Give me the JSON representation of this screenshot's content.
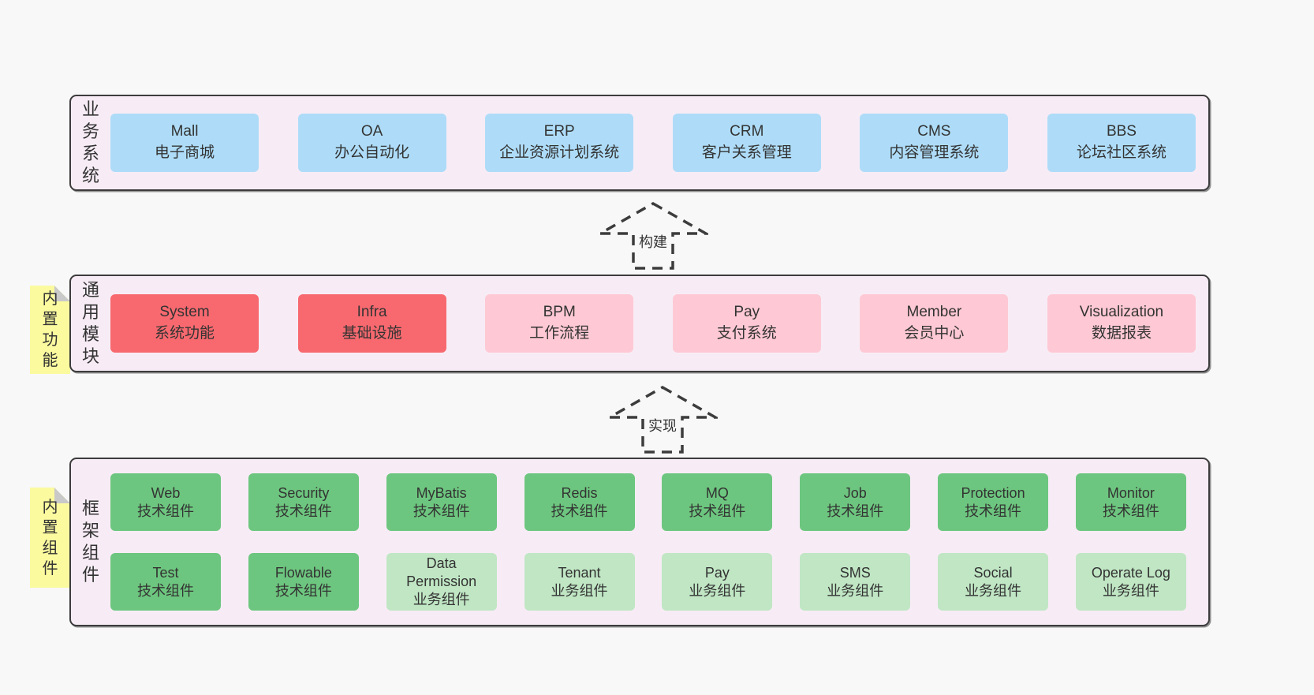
{
  "colors": {
    "pagebg": "#f8f8f8",
    "panelbg": "#f7ecf5",
    "line": "#3c3c3c",
    "text": "#333333",
    "blue": "#aedcf8",
    "red": "#f7696f",
    "pink": "#fec9d4",
    "green": "#6dc67f",
    "lightgreen": "#c0e6c4",
    "yellow": "#fbfa9f",
    "fold": "#c9c9c9"
  },
  "arrows": [
    {
      "label": "构建"
    },
    {
      "label": "实现"
    }
  ],
  "sections": {
    "business": {
      "label": "业务系统",
      "boxes": [
        {
          "en": "Mall",
          "zh": "电子商城"
        },
        {
          "en": "OA",
          "zh": "办公自动化"
        },
        {
          "en": "ERP",
          "zh": "企业资源计划系统"
        },
        {
          "en": "CRM",
          "zh": "客户关系管理"
        },
        {
          "en": "CMS",
          "zh": "内容管理系统"
        },
        {
          "en": "BBS",
          "zh": "论坛社区系统"
        }
      ]
    },
    "modules": {
      "label": "通用模块",
      "note": "内置功能",
      "boxes": [
        {
          "en": "System",
          "zh": "系统功能"
        },
        {
          "en": "Infra",
          "zh": "基础设施"
        },
        {
          "en": "BPM",
          "zh": "工作流程"
        },
        {
          "en": "Pay",
          "zh": "支付系统"
        },
        {
          "en": "Member",
          "zh": "会员中心"
        },
        {
          "en": "Visualization",
          "zh": "数据报表"
        }
      ]
    },
    "components": {
      "label": "框架组件",
      "note": "内置组件",
      "rows": [
        [
          {
            "en": "Web",
            "zh": "技术组件"
          },
          {
            "en": "Security",
            "zh": "技术组件"
          },
          {
            "en": "MyBatis",
            "zh": "技术组件"
          },
          {
            "en": "Redis",
            "zh": "技术组件"
          },
          {
            "en": "MQ",
            "zh": "技术组件"
          },
          {
            "en": "Job",
            "zh": "技术组件"
          },
          {
            "en": "Protection",
            "zh": "技术组件"
          },
          {
            "en": "Monitor",
            "zh": "技术组件"
          }
        ],
        [
          {
            "en": "Test",
            "zh": "技术组件"
          },
          {
            "en": "Flowable",
            "zh": "技术组件"
          },
          {
            "en": "Data Permission",
            "zh": "业务组件"
          },
          {
            "en": "Tenant",
            "zh": "业务组件"
          },
          {
            "en": "Pay",
            "zh": "业务组件"
          },
          {
            "en": "SMS",
            "zh": "业务组件"
          },
          {
            "en": "Social",
            "zh": "业务组件"
          },
          {
            "en": "Operate Log",
            "zh": "业务组件"
          }
        ]
      ]
    }
  }
}
